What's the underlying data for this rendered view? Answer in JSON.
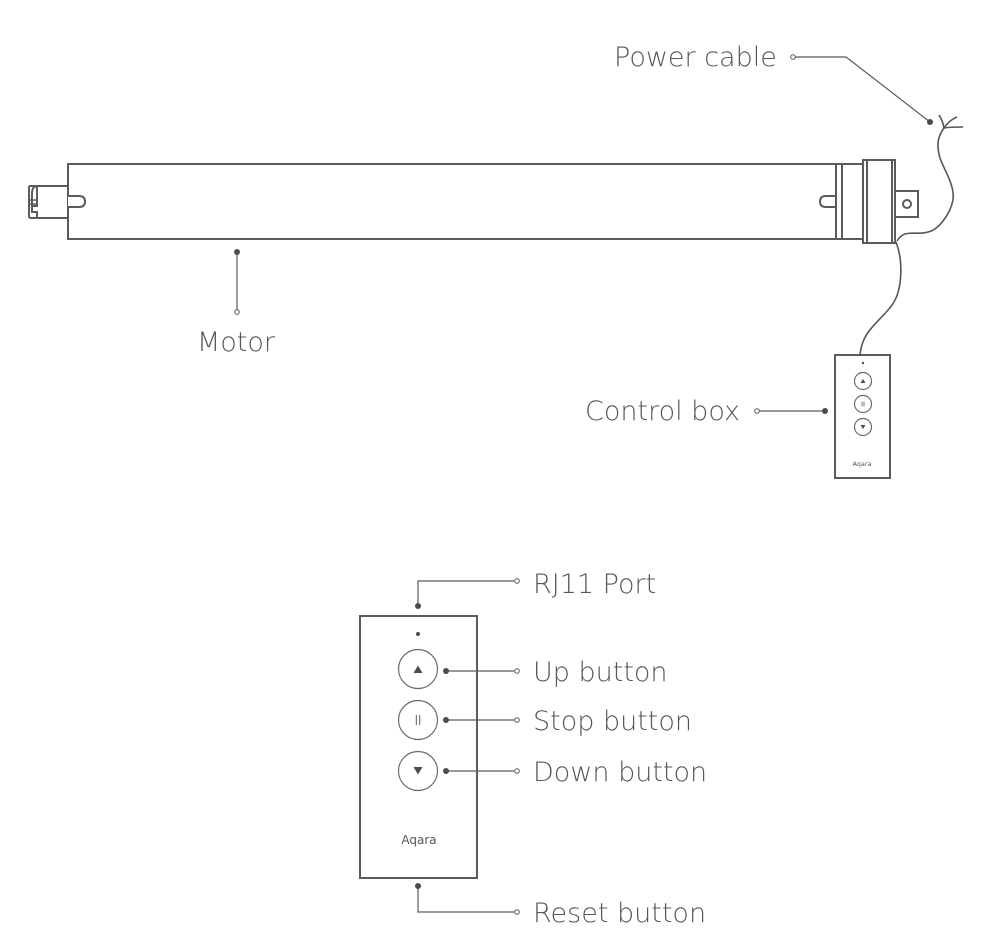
{
  "title": "Roller shade motor components",
  "labels": {
    "power_cable": "Power cable",
    "motor": "Motor",
    "control_box": "Control box",
    "rj11_port": "RJ11 Port",
    "up_button": "Up button",
    "stop_button": "Stop button",
    "down_button": "Down button",
    "reset_button": "Reset button"
  },
  "brand": "Aqara",
  "button_glyphs": {
    "up": "▲",
    "stop": "II",
    "down": "▼"
  },
  "colors": {
    "line": "#5a5b5d",
    "text": "#555759",
    "background": "#ffffff"
  }
}
